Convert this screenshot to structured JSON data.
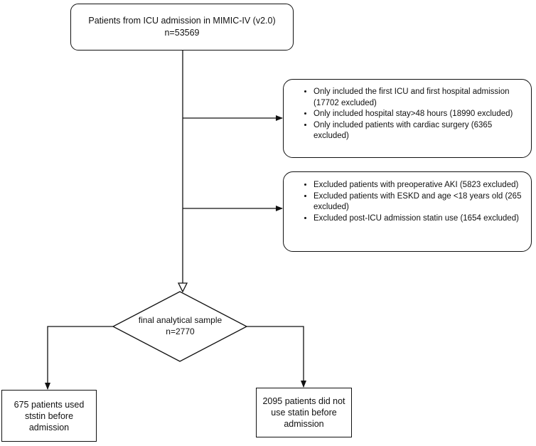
{
  "nodes": {
    "start": {
      "line1": "Patients from ICU admission in MIMIC-IV (v2.0)",
      "line2": "n=53569"
    },
    "exclusion_1": {
      "items": [
        "Only included the first ICU and first hospital admission (17702 excluded)",
        "Only included hospital stay>48 hours (18990 excluded)",
        "Only included patients with cardiac surgery (6365 excluded)"
      ]
    },
    "exclusion_2": {
      "items": [
        "Excluded patients with preoperative AKI (5823 excluded)",
        "Excluded patients with ESKD and age <18 years old (265 excluded)",
        "Excluded post-ICU admission statin use (1654 excluded)"
      ]
    },
    "decision": {
      "line1": "final analytical sample",
      "line2": "n=2770"
    },
    "outcome_left": {
      "text": "675 patients used ststin before admission"
    },
    "outcome_right": {
      "text": "2095 patients did not use statin before admission"
    }
  }
}
